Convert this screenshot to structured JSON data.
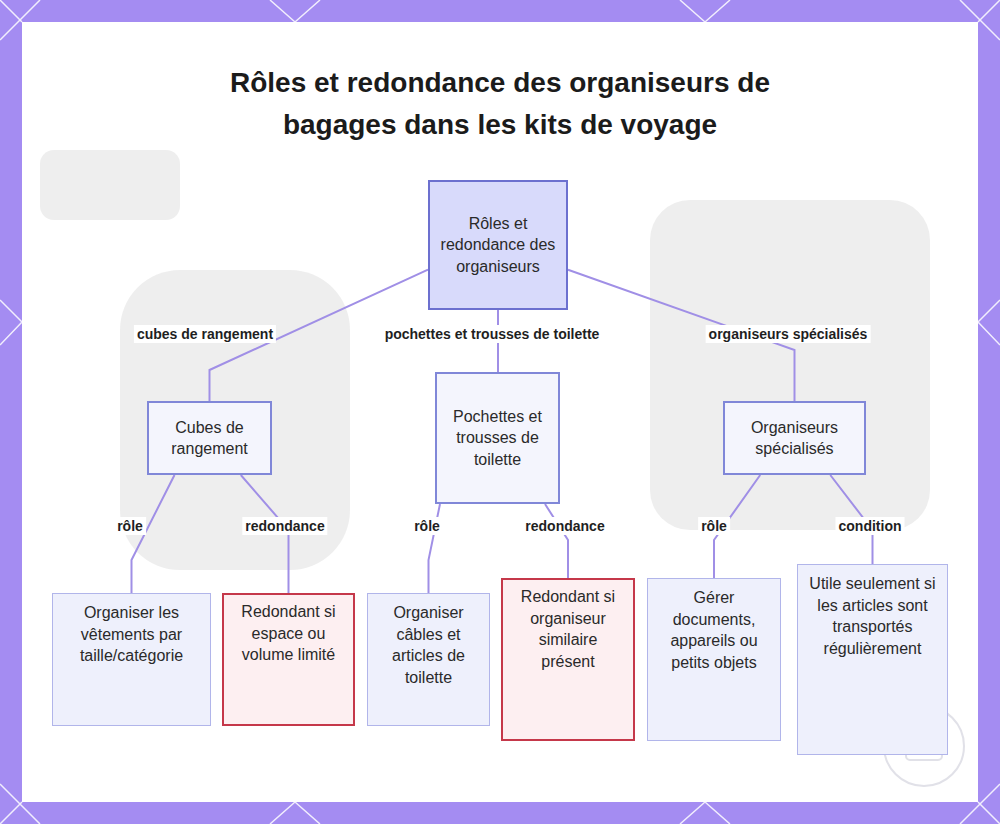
{
  "diagram": {
    "title": "Rôles et redondance des organiseurs de bagages dans les kits de voyage",
    "nodes": [
      {
        "text": [
          "Rôles et redondance des organiseurs"
        ]
      },
      {
        "text": [
          "Cubes de rangement"
        ]
      },
      {
        "text": [
          "Pochettes et trousses de toilette"
        ]
      },
      {
        "text": [
          "Organiseurs spécialisés"
        ]
      },
      {
        "text": [
          "Organiser les vêtements par taille/catégorie"
        ]
      },
      {
        "text": [
          "Redondant si espace ou volume limité"
        ]
      },
      {
        "text": [
          "Organiser câbles et articles de toilette"
        ]
      },
      {
        "text": [
          "Redondant si organiseur similaire présent"
        ]
      },
      {
        "text": [
          "Gérer documents, appareils ou petits objets"
        ]
      },
      {
        "text": [
          "Utile seulement si les articles sont transportés régulièrement"
        ]
      }
    ],
    "edges": [
      {
        "from": 0,
        "to": 1,
        "arrow": "none",
        "label": "cubes de rangement"
      },
      {
        "from": 0,
        "to": 2,
        "arrow": "none",
        "label": "pochettes et trousses de toilette"
      },
      {
        "from": 0,
        "to": 3,
        "arrow": "none",
        "label": "organiseurs spécialisés"
      },
      {
        "from": 1,
        "to": 4,
        "arrow": "none",
        "label": "rôle"
      },
      {
        "from": 1,
        "to": 5,
        "arrow": "none",
        "label": "redondance"
      },
      {
        "from": 2,
        "to": 6,
        "arrow": "none",
        "label": "rôle"
      },
      {
        "from": 2,
        "to": 7,
        "arrow": "none",
        "label": "redondance"
      },
      {
        "from": 3,
        "to": 8,
        "arrow": "none",
        "label": "rôle"
      },
      {
        "from": 3,
        "to": 9,
        "arrow": "none",
        "label": "condition"
      }
    ]
  }
}
